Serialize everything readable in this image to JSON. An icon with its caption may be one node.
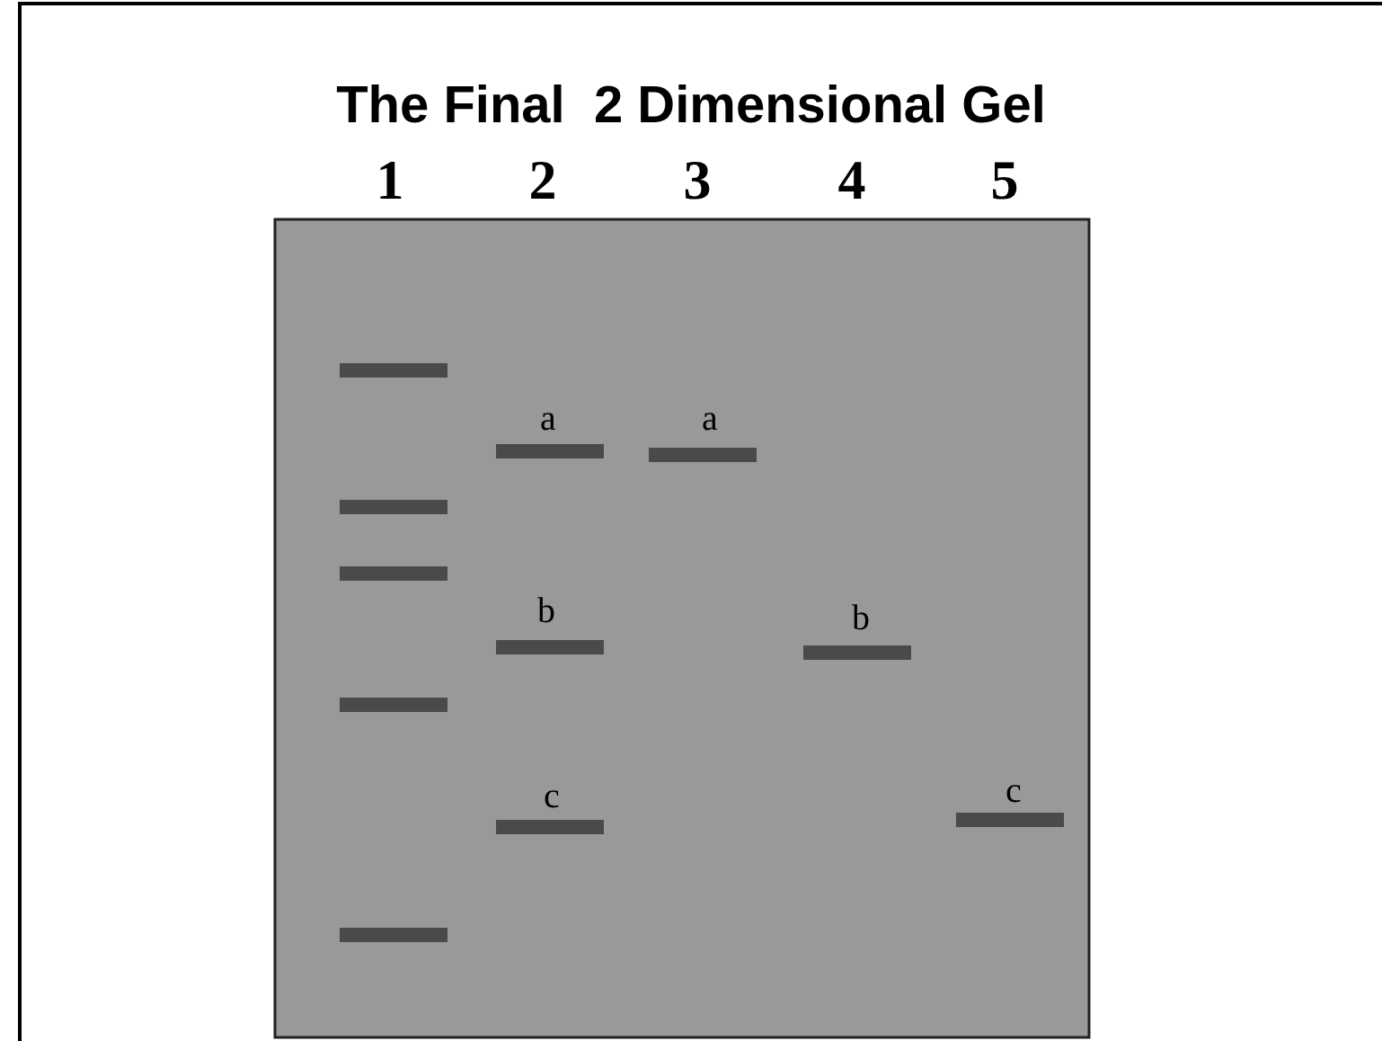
{
  "diagram": {
    "title": "The Final  2 Dimensional Gel",
    "labels": [
      "1",
      "2",
      "3",
      "4",
      "5",
      "a",
      "a",
      "b",
      "b",
      "c",
      "c"
    ]
  }
}
